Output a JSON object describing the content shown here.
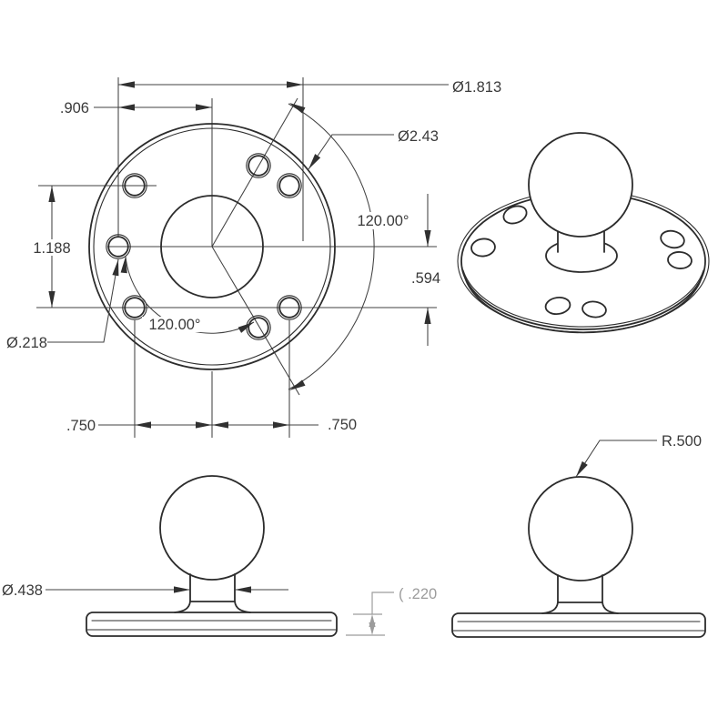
{
  "dims": {
    "bolt_circle_diameter": "Ø1.813",
    "plate_diameter": "Ø2.43",
    "hole_offset_horizontal": ".906",
    "hole_spacing_vertical": "1.188",
    "hole_offset_vertical": ".594",
    "hole_diameter": "Ø.218",
    "hole_angle_lower": "120.00°",
    "hole_angle_right": "120.00°",
    "hole_offset_left": ".750",
    "hole_offset_right": ".750",
    "neck_diameter": "Ø.438",
    "plate_thickness_reference": "( .220",
    "ball_radius": "R.500"
  },
  "colors": {
    "line": "#2c2c2c",
    "dimension": "#414141",
    "reference_gray": "#9c9c9c",
    "background": "#ffffff"
  }
}
